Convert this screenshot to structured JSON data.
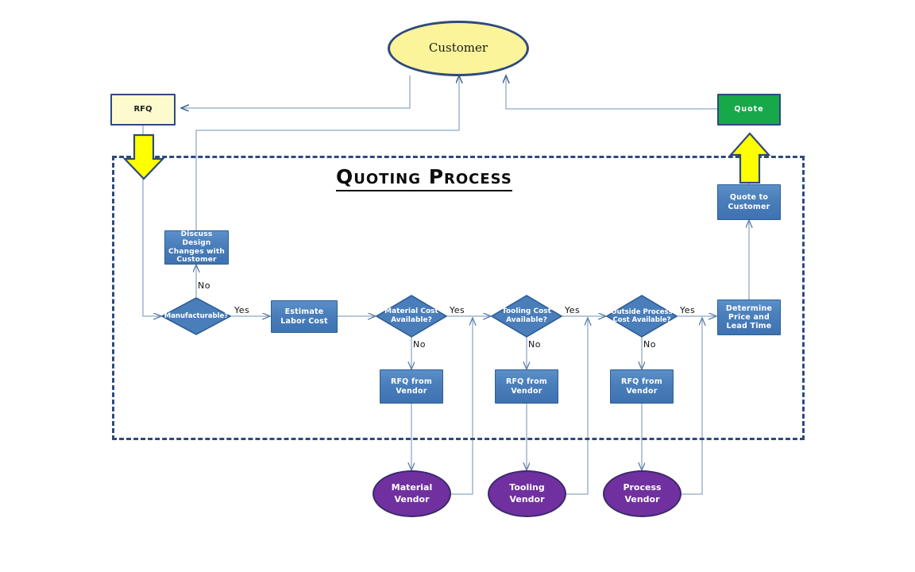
{
  "diagram": {
    "title": "Quoting Process",
    "type": "flowchart",
    "colors": {
      "process_fill": "#4a7ebb",
      "process_border": "#2c5f96",
      "terminator_yellow_fill": "#fcfbcd",
      "terminator_green_fill": "#17a84a",
      "customer_fill": "#fbf49a",
      "vendor_fill": "#7030a0",
      "container_border": "#2e4a7d",
      "connector": "#8ea9c6",
      "big_arrow_fill": "#ffff00",
      "big_arrow_border": "#2e4a7d"
    },
    "nodes": {
      "customer": "Customer",
      "rfq": "RFQ",
      "quote": "Quote",
      "quote_to_customer": "Quote to\nCustomer",
      "discuss_design": "Discuss Design\nChanges with\nCustomer",
      "manufacturable": "Manufacturable?",
      "estimate_labor": "Estimate\nLabor Cost",
      "material_cost": "Material Cost\nAvailable?",
      "tooling_cost": "Tooling Cost\nAvailable?",
      "outside_process_cost": "Outside Process\nCost Available?",
      "determine_price": "Determine\nPrice and\nLead Time",
      "rfq_vendor_material": "RFQ from\nVendor",
      "rfq_vendor_tooling": "RFQ from\nVendor",
      "rfq_vendor_process": "RFQ from\nVendor",
      "material_vendor": "Material\nVendor",
      "tooling_vendor": "Tooling\nVendor",
      "process_vendor": "Process\nVendor"
    },
    "edge_labels": {
      "manufacturable_no": "No",
      "manufacturable_yes": "Yes",
      "material_no": "No",
      "material_yes": "Yes",
      "tooling_no": "No",
      "tooling_yes": "Yes",
      "outside_no": "No",
      "outside_yes": "Yes"
    }
  }
}
